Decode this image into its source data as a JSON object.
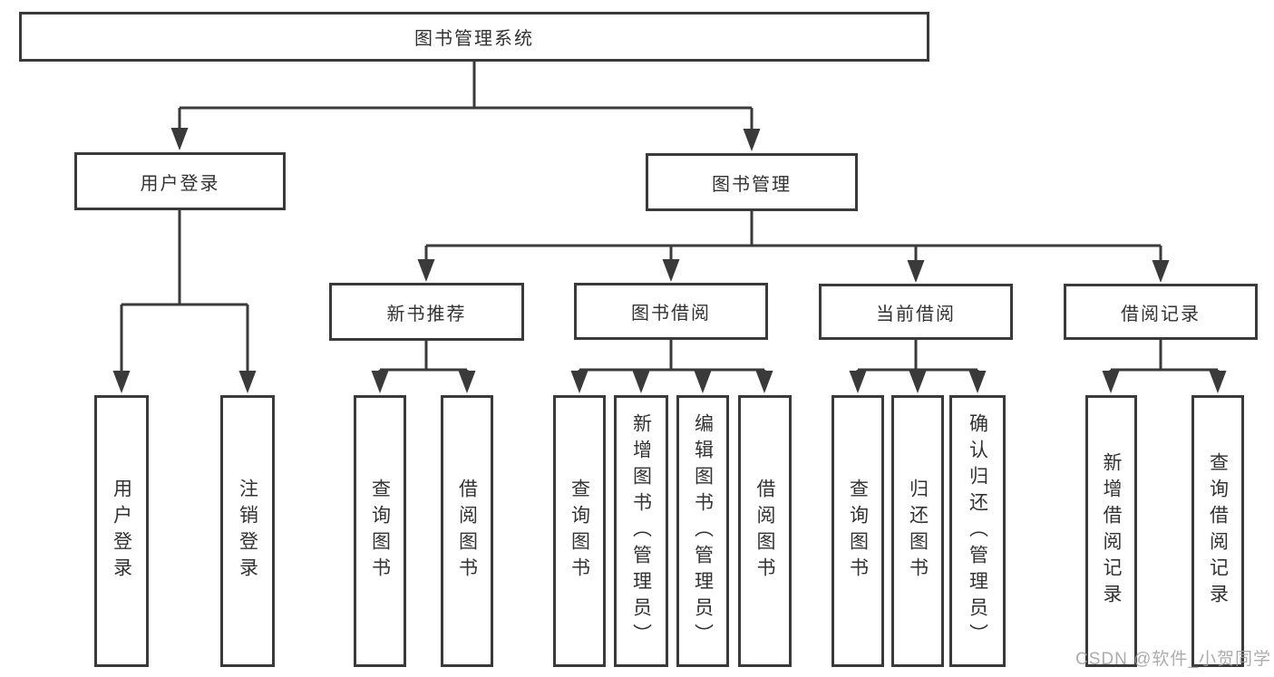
{
  "tree": {
    "root": {
      "label": "图书管理系统",
      "children": [
        {
          "label": "用户登录",
          "children": [
            {
              "label": "用户登录"
            },
            {
              "label": "注销登录"
            }
          ]
        },
        {
          "label": "图书管理",
          "children": [
            {
              "label": "新书推荐",
              "children": [
                {
                  "label": "查询图书"
                },
                {
                  "label": "借阅图书"
                }
              ]
            },
            {
              "label": "图书借阅",
              "children": [
                {
                  "label": "查询图书"
                },
                {
                  "label": "新增图书（管理员）"
                },
                {
                  "label": "编辑图书（管理员）"
                },
                {
                  "label": "借阅图书"
                }
              ]
            },
            {
              "label": "当前借阅",
              "children": [
                {
                  "label": "查询图书"
                },
                {
                  "label": "归还图书"
                },
                {
                  "label": "确认归还（管理员）"
                }
              ]
            },
            {
              "label": "借阅记录",
              "children": [
                {
                  "label": "新增借阅记录"
                },
                {
                  "label": "查询借阅记录"
                }
              ]
            }
          ]
        }
      ]
    }
  },
  "watermark": {
    "text": "CSDN @软件_小贺同学"
  },
  "colors": {
    "line": "#3a3a3a",
    "text": "#323232",
    "background": "#ffffff",
    "watermark": "#9e9e9e"
  }
}
